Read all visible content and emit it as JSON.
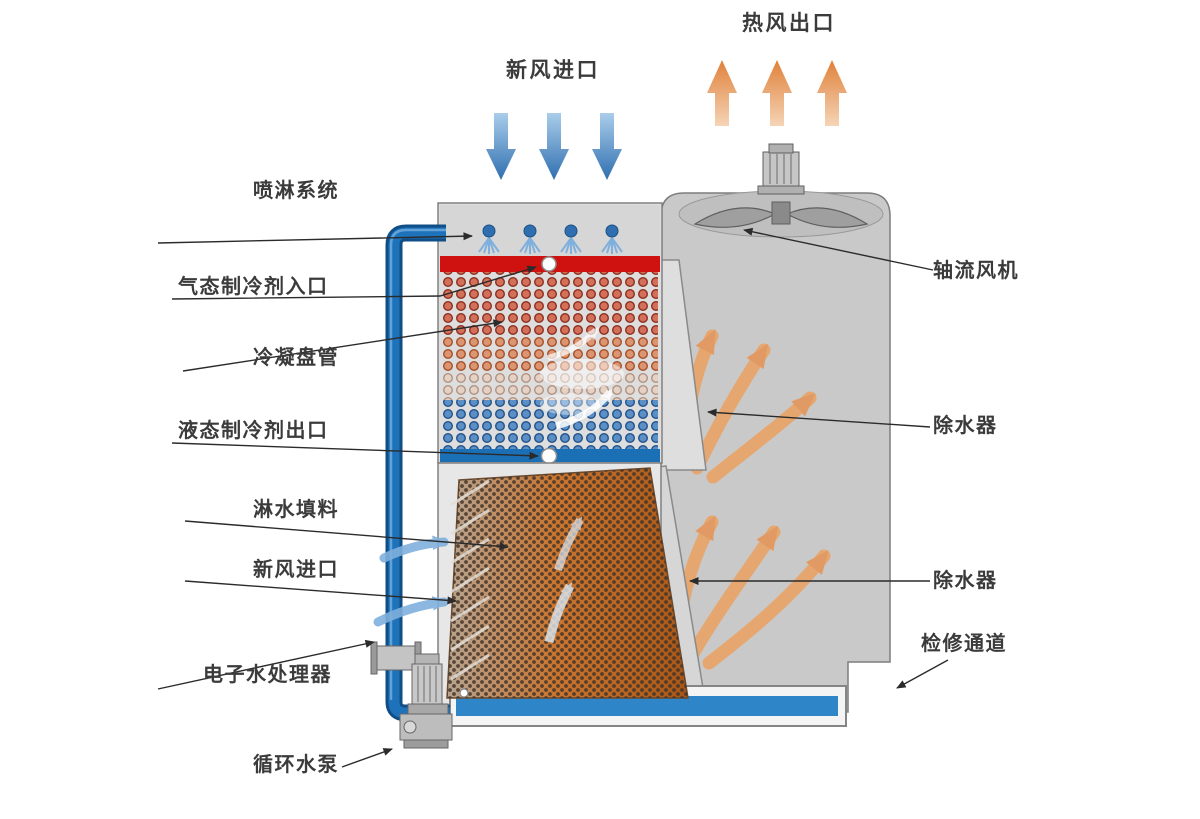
{
  "labels": {
    "hot_air_outlet": "热风出口",
    "fresh_air_inlet_top": "新风进口",
    "spray_system": "喷淋系统",
    "gas_refrigerant_inlet": "气态制冷剂入口",
    "condensing_coil": "冷凝盘管",
    "liquid_refrigerant_outlet": "液态制冷剂出口",
    "fill_material": "淋水填料",
    "fresh_air_inlet_side": "新风进口",
    "electronic_water_treater": "电子水处理器",
    "circulating_water_pump": "循环水泵",
    "axial_fan": "轴流风机",
    "drift_eliminator_upper": "除水器",
    "drift_eliminator_lower": "除水器",
    "maintenance_access": "检修通道"
  },
  "colors": {
    "hot_air_arrow": "#E2954F",
    "fresh_air_arrow": "#2F6FB0",
    "pipe_blue": "#1D72BA",
    "refrigerant_inlet_header_red": "#CF1210",
    "refrigerant_outlet_header_blue": "#1B6FB5",
    "tower_body_gray": "#C9C9C9",
    "basin_water_blue": "#2E86C8",
    "fill_material_orange": "#C9752F",
    "coil_hot_dots": "#D4705A",
    "coil_cold_dots": "#5B8FC6",
    "label_text": "#3B3B3B"
  }
}
